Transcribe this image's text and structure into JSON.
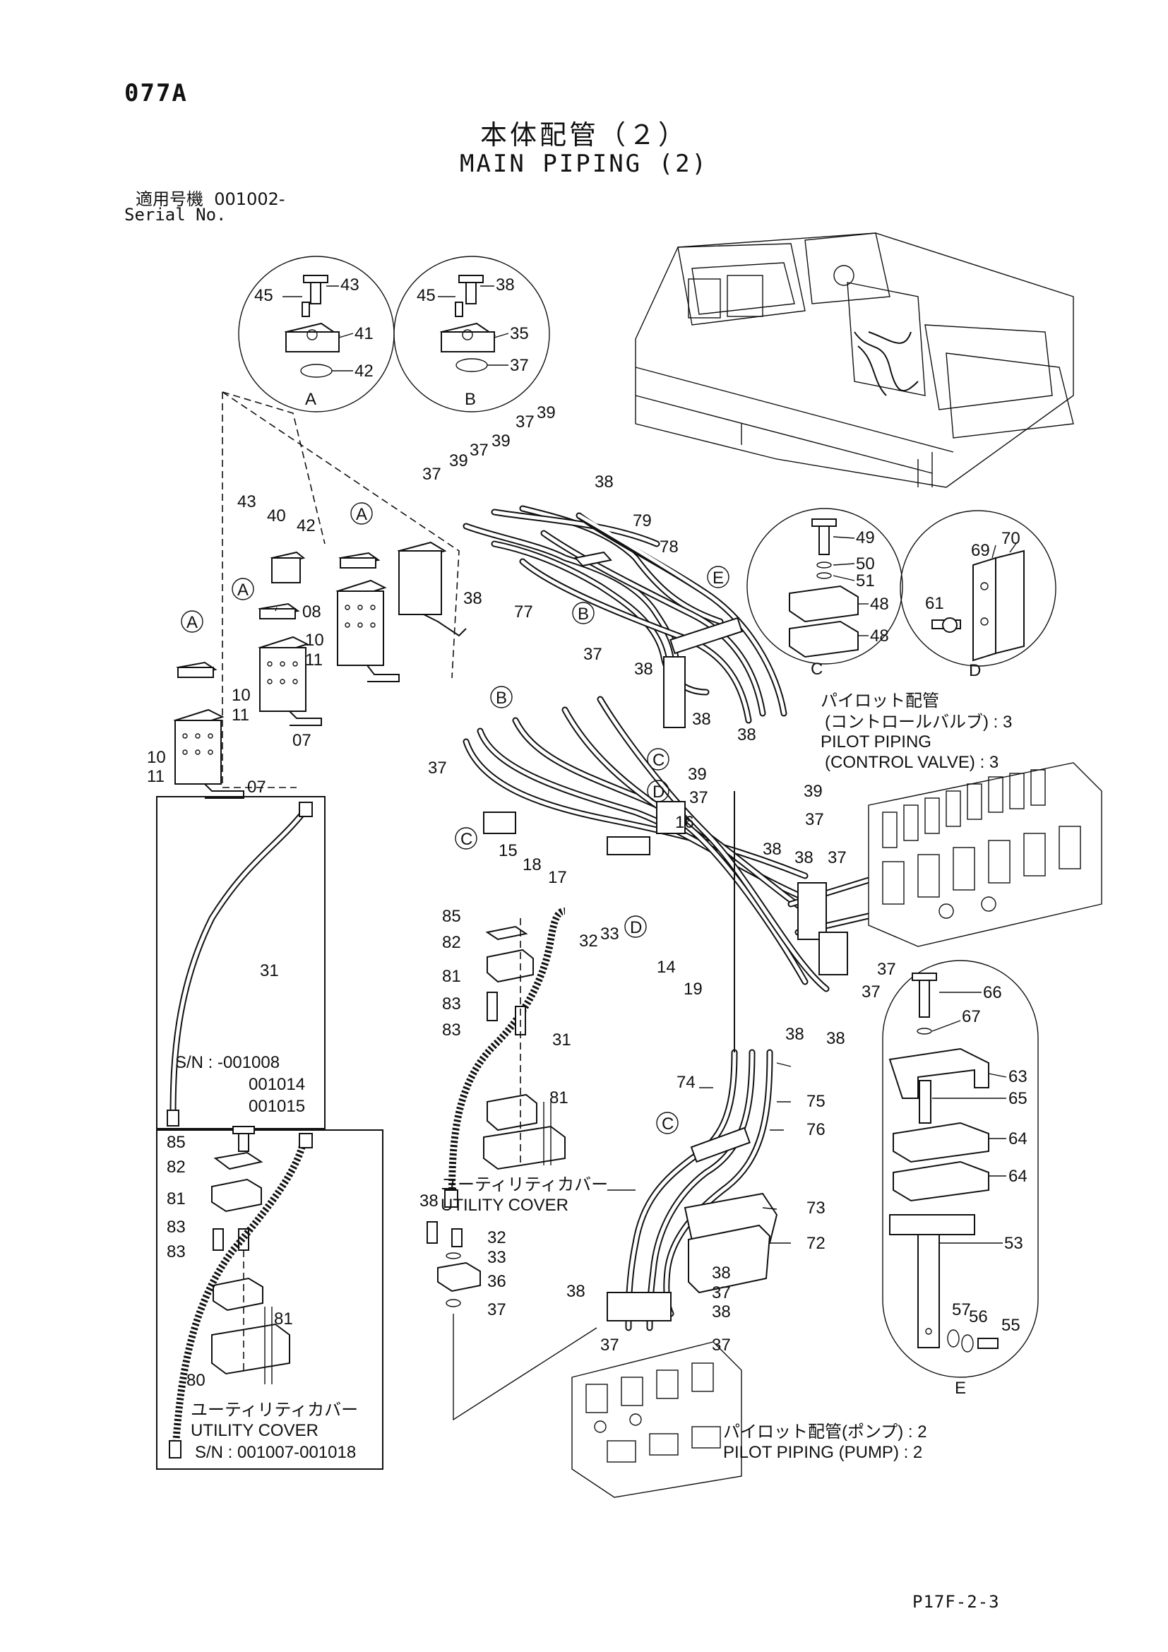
{
  "page_code": "077A",
  "title_jp": "本体配管（２）",
  "title_en": "MAIN PIPING (2)",
  "serial_label_jp": "適用号機",
  "serial_value": "001002-",
  "serial_label_en": "Serial No.",
  "page_ref": "P17F-2-3",
  "callouts": {
    "detail_a": [
      "45",
      "43",
      "41",
      "42"
    ],
    "detail_b": [
      "45",
      "38",
      "35",
      "37"
    ],
    "detail_c": [
      "49",
      "50",
      "51",
      "48",
      "48"
    ],
    "detail_d": [
      "69",
      "70",
      "61"
    ],
    "detail_e": [
      "66",
      "67",
      "63",
      "65",
      "64",
      "64",
      "53",
      "57",
      "56",
      "55"
    ],
    "brackets": [
      "43",
      "40",
      "42",
      "08",
      "10",
      "11",
      "10",
      "11",
      "07",
      "10",
      "11",
      "07"
    ],
    "pilot_lines": [
      "37",
      "39",
      "37",
      "39",
      "37",
      "39",
      "38",
      "38",
      "79",
      "78",
      "77",
      "37",
      "38",
      "37",
      "15",
      "18",
      "17",
      "16",
      "14",
      "19",
      "38",
      "39",
      "37",
      "39",
      "37",
      "38",
      "38",
      "37",
      "37",
      "37",
      "38",
      "38",
      "38",
      "32",
      "33"
    ],
    "utility": [
      "85",
      "82",
      "81",
      "83",
      "83",
      "31",
      "81",
      "38",
      "32",
      "33",
      "36",
      "37"
    ],
    "pump_lines": [
      "74",
      "75",
      "76",
      "73",
      "72",
      "38",
      "38",
      "37",
      "38",
      "37",
      "37"
    ],
    "inset_upper": [
      "31"
    ],
    "inset_lower": [
      "85",
      "82",
      "81",
      "83",
      "83",
      "81",
      "80"
    ]
  },
  "letter_markers": [
    "A",
    "A",
    "A",
    "B",
    "B",
    "C",
    "C",
    "C",
    "D",
    "D",
    "E"
  ],
  "detail_names": [
    "A",
    "B",
    "C",
    "D",
    "E"
  ],
  "notes": {
    "pilot_cv_jp": "パイロット配管",
    "pilot_cv_jp2": "(コントロールバルブ) : 3",
    "pilot_cv_en": "PILOT PIPING",
    "pilot_cv_en2": "(CONTROL VALVE) : 3",
    "pilot_pump_jp": "パイロット配管(ポンプ) : 2",
    "pilot_pump_en": "PILOT PIPING (PUMP) : 2",
    "utility_jp": "ユーティリティカバー",
    "utility_en": "UTILITY COVER",
    "inset_upper_sn1": "S/N : -001008",
    "inset_upper_sn2": "001014",
    "inset_upper_sn3": "001015",
    "inset_lower_jp": "ユーティリティカバー",
    "inset_lower_en": "UTILITY COVER",
    "inset_lower_sn": "S/N : 001007-001018"
  }
}
